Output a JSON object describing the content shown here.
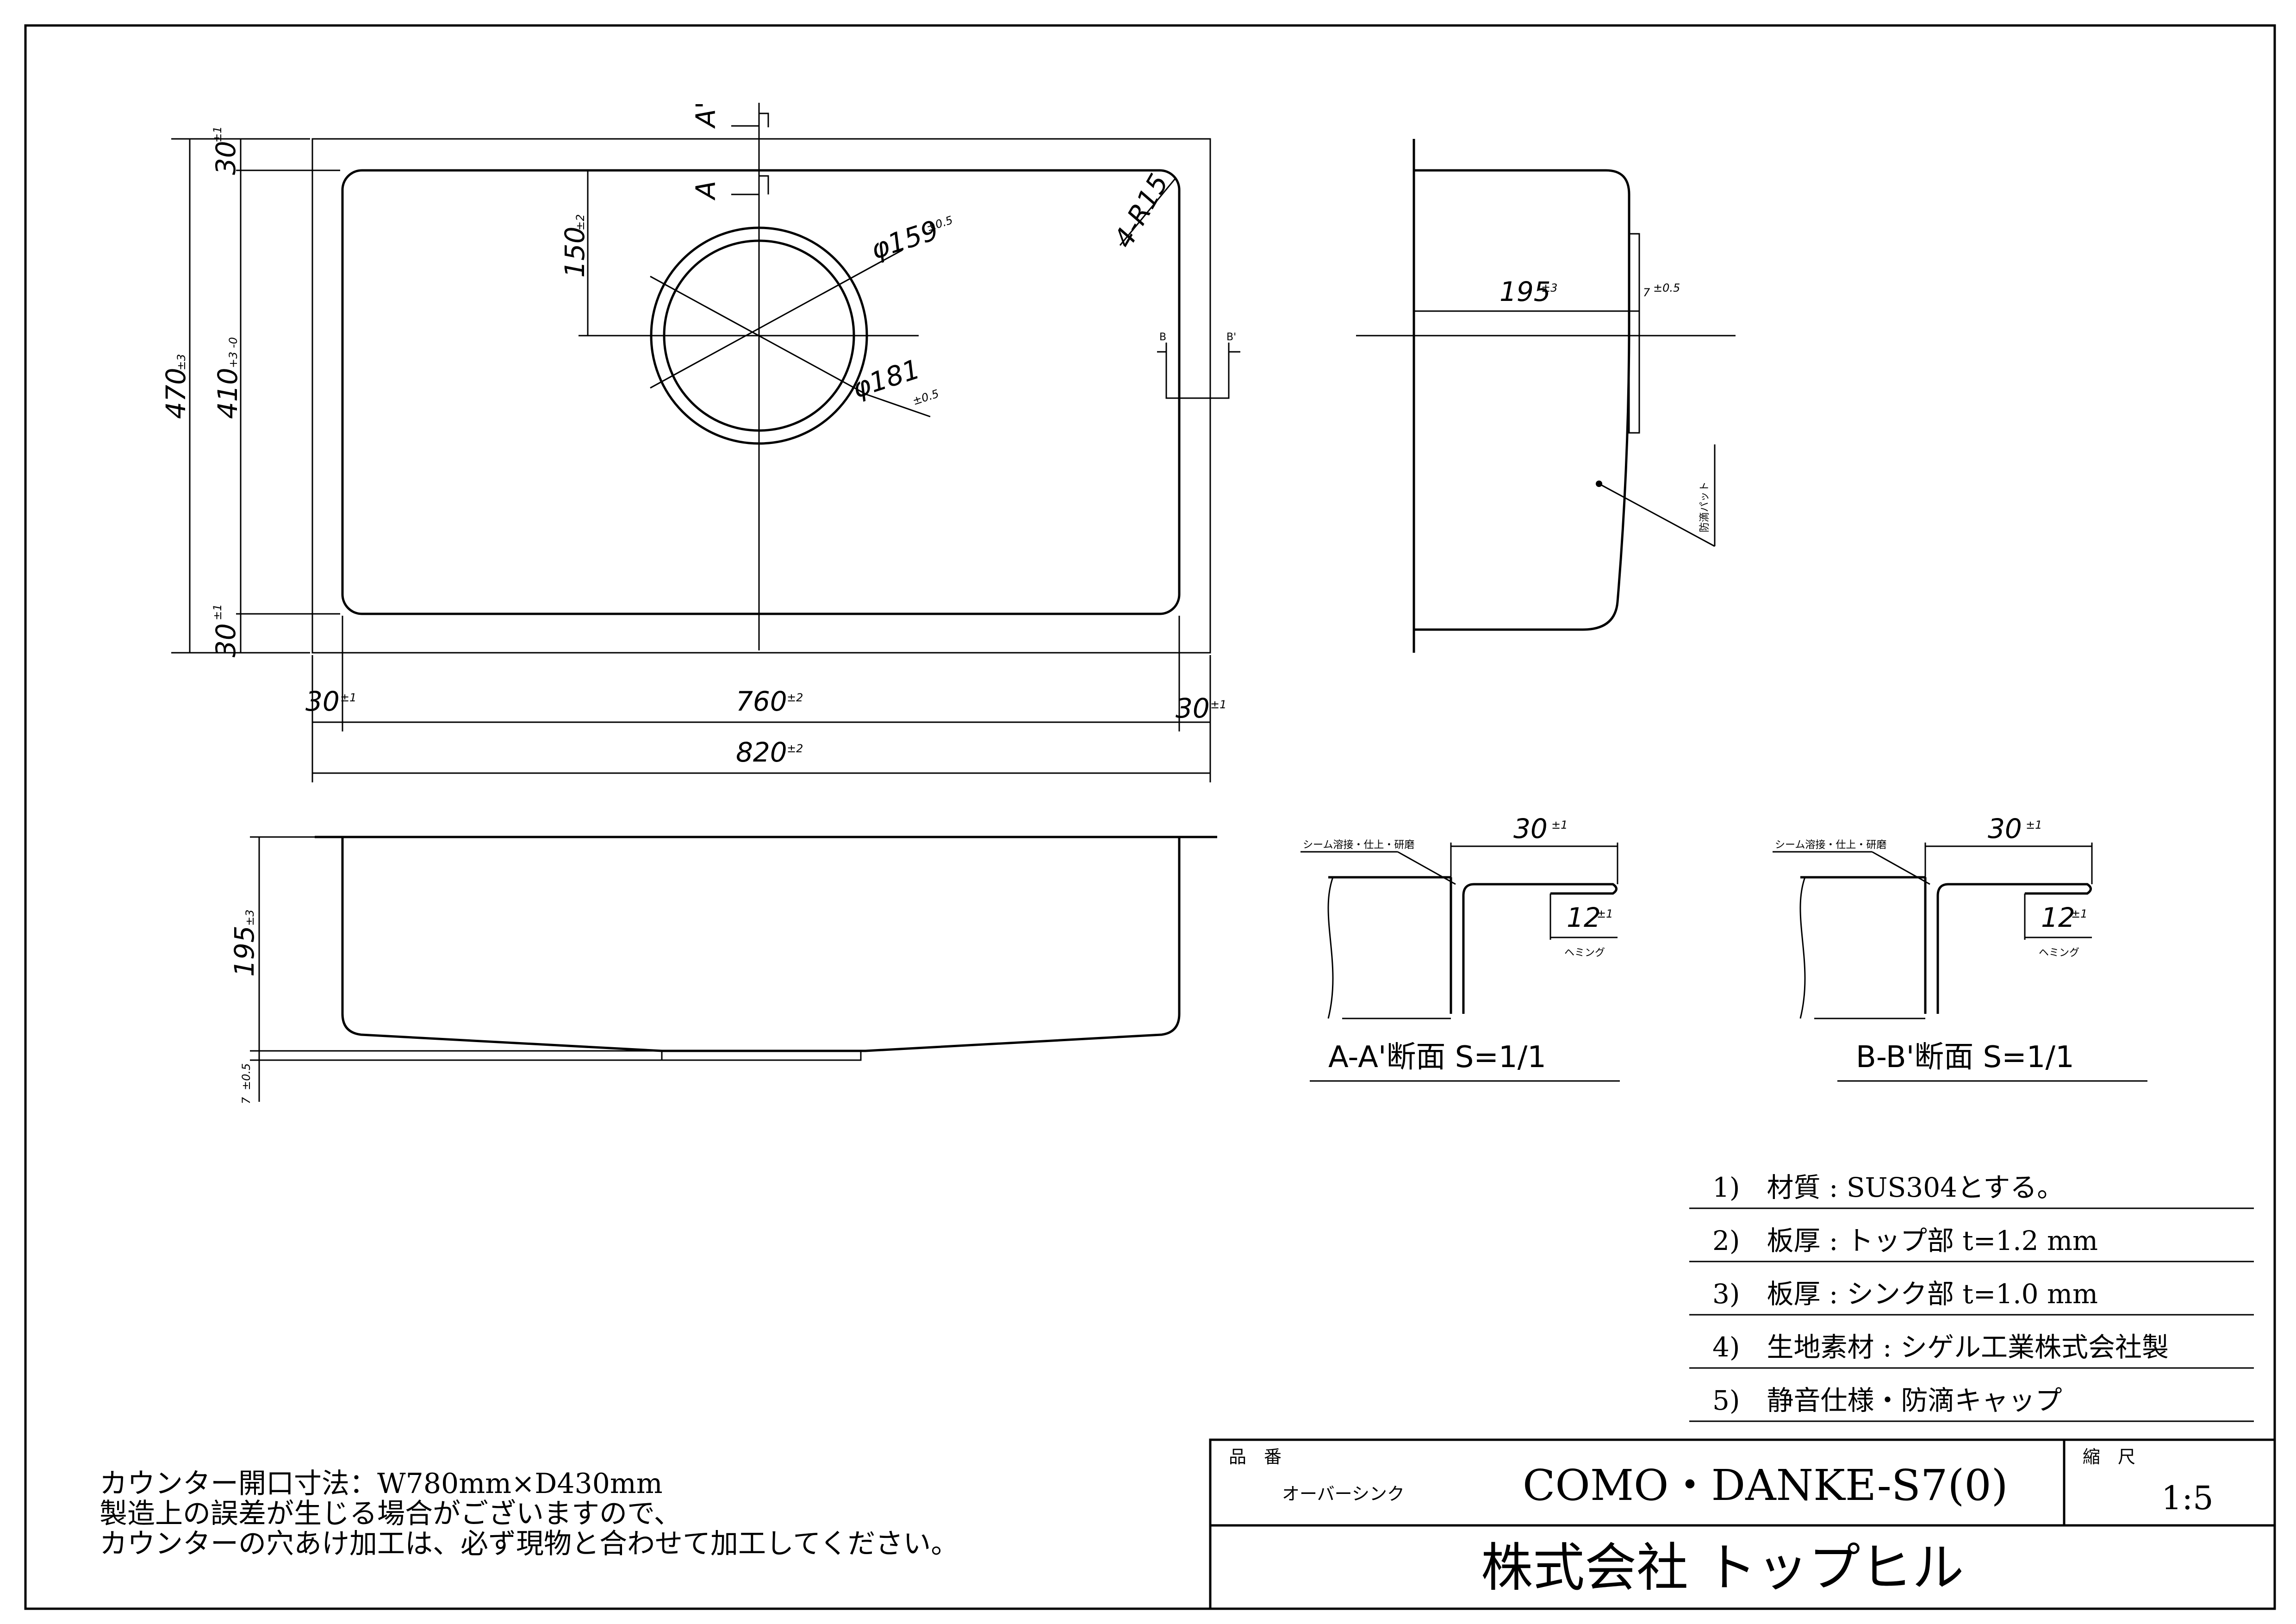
{
  "plan_view": {
    "dims": {
      "outer_height": "470",
      "outer_height_tol": "±3",
      "inner_height": "410",
      "inner_height_tol": "+3 -0",
      "top_flange": "30",
      "top_flange_tol": "±1",
      "bottom_flange": "30",
      "bottom_flange_tol": "±1",
      "left_flange": "30",
      "left_flange_tol": "±1",
      "right_flange": "30",
      "right_flange_tol": "±1",
      "inner_width": "760",
      "inner_width_tol": "±2",
      "outer_width": "820",
      "outer_width_tol": "±2",
      "drain_offset": "150",
      "drain_offset_tol": "±2",
      "drain_inner": "φ159",
      "drain_inner_tol": "±0.5",
      "drain_outer": "φ181",
      "drain_outer_tol": "±0.5",
      "corner_radius": "4-R15"
    },
    "markers": {
      "a": "A",
      "a_prime": "A'",
      "b": "B",
      "b_prime": "B'"
    }
  },
  "side_view": {
    "dims": {
      "depth": "195",
      "depth_tol": "±3",
      "drain_proj": "7",
      "drain_proj_tol": "±0.5"
    },
    "callout": "防滴パット"
  },
  "front_view": {
    "dims": {
      "depth": "195",
      "depth_tol": "±3",
      "drain_proj": "7",
      "drain_proj_tol": "±0.5"
    }
  },
  "section_a": {
    "title": "A-A'断面 S=1/1",
    "weld_note": "シーム溶接・仕上・研磨",
    "flange": "30",
    "flange_tol": "±1",
    "hem": "12",
    "hem_tol": "±1",
    "hem_label": "ヘミング"
  },
  "section_b": {
    "title": "B-B'断面 S=1/1",
    "weld_note": "シーム溶接・仕上・研磨",
    "flange": "30",
    "flange_tol": "±1",
    "hem": "12",
    "hem_tol": "±1",
    "hem_label": "ヘミング"
  },
  "spec_notes": [
    "1)　材質 : SUS304とする。",
    "2)　板厚 : トップ部 t=1.2 mm",
    "3)　板厚 : シンク部 t=1.0 mm",
    "4)　生地素材 : シゲル工業株式会社製",
    "5)　静音仕様・防滴キャップ"
  ],
  "footer_notes": [
    "カウンター開口寸法：W780mm×D430mm",
    "製造上の誤差が生じる場合がございますので、",
    "カウンターの穴あけ加工は、必ず現物と合わせて加工してください。"
  ],
  "title_block": {
    "part_no_label": "品　番",
    "product_type": "オーバーシンク",
    "model": "COMO・DANKE-S7(0)",
    "scale_label": "縮　尺",
    "scale": "1:5",
    "company": "株式会社 トップヒル"
  }
}
